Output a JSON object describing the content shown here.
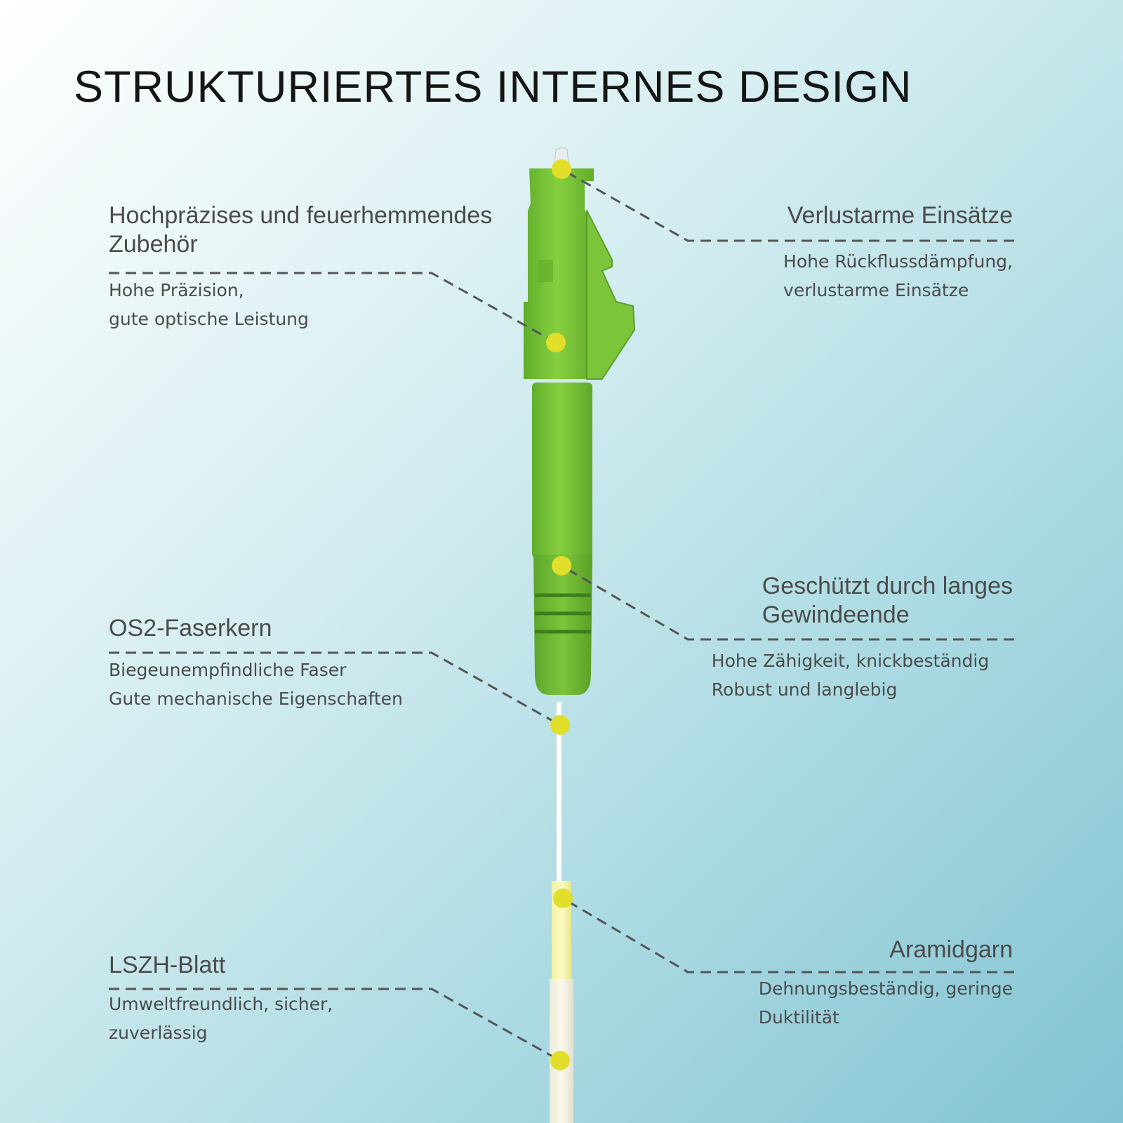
{
  "title": "STRUKTURIERTES INTERNES DESIGN",
  "colors": {
    "connector_green": "#7cc53a",
    "connector_green_dark": "#5ea82a",
    "marker_yellow": "#e1df2a",
    "leader_line": "#555555",
    "title_text": "#151515",
    "body_text": "#4b4b4b"
  },
  "callouts": {
    "accessory": {
      "title_lines": [
        "Hochpräzises und feuerhemmendes",
        "Zubehör"
      ],
      "desc_lines": [
        "Hohe Präzision,",
        "gute optische Leistung"
      ]
    },
    "inserts": {
      "title_lines": [
        "Verlustarme Einsätze"
      ],
      "desc_lines": [
        "Hohe Rückflussdämpfung,",
        "verlustarme Einsätze"
      ]
    },
    "thread": {
      "title_lines": [
        "Geschützt durch langes",
        "Gewindeende"
      ],
      "desc_lines": [
        "Hohe Zähigkeit, knickbeständig",
        "Robust und langlebig"
      ]
    },
    "fiber_core": {
      "title_lines": [
        "OS2-Faserkern"
      ],
      "desc_lines": [
        "Biegeunempfindliche Faser",
        "Gute mechanische Eigenschaften"
      ]
    },
    "aramid": {
      "title_lines": [
        "Aramidgarn"
      ],
      "desc_lines": [
        "Dehnungsbeständig, geringe",
        "Duktilität"
      ]
    },
    "sheath": {
      "title_lines": [
        "LSZH-Blatt"
      ],
      "desc_lines": [
        "Umweltfreundlich, sicher,",
        "zuverlässig"
      ]
    }
  }
}
